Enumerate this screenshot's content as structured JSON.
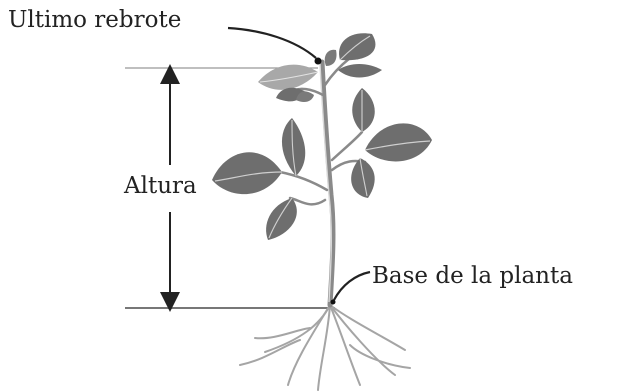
{
  "labels": {
    "top_growth": "Ultimo rebrote",
    "height": "Altura",
    "plant_base": "Base de la planta"
  },
  "colors": {
    "leaf": "#6e6e6e",
    "leaf_light": "#9a9a9a",
    "vein": "#cfcfcf",
    "stem": "#8a8a8a",
    "line": "#333333",
    "root": "#a5a5a5"
  }
}
